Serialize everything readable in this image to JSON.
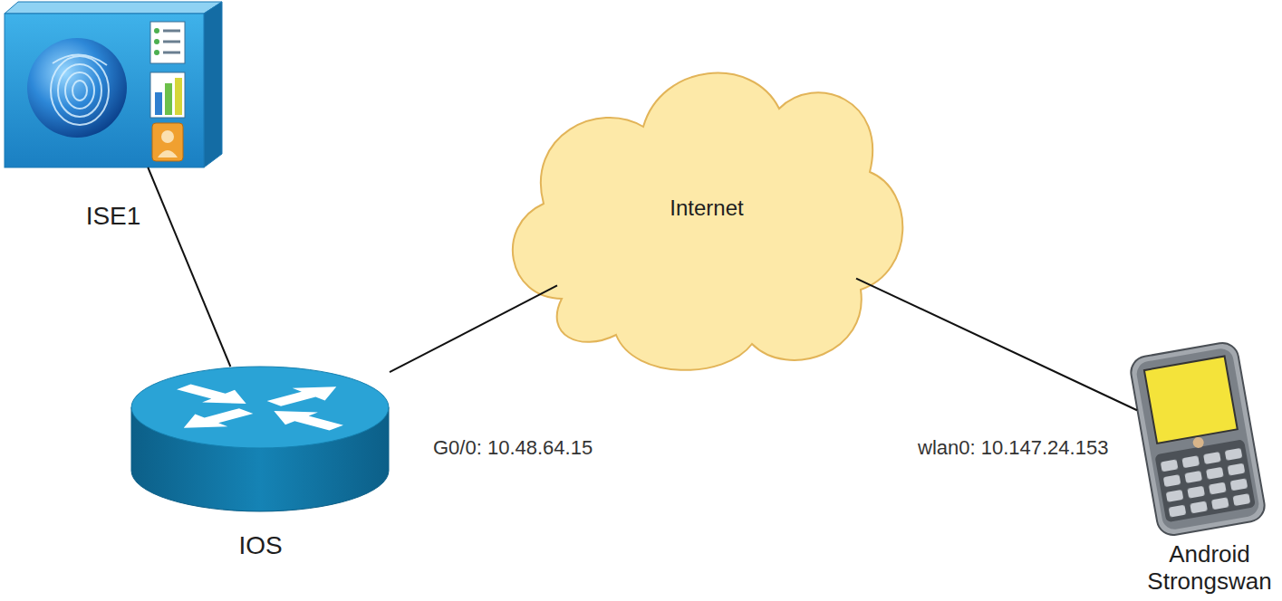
{
  "diagram": {
    "nodes": [
      {
        "text": [
          "ISE1"
        ]
      },
      {
        "text": [
          "Internet"
        ]
      },
      {
        "text": [
          "IOS"
        ]
      },
      {
        "text": [
          "Android Strongswan"
        ]
      }
    ],
    "edges": [
      {
        "from": 0,
        "to": 2,
        "arrow": "none"
      },
      {
        "from": 2,
        "to": 1,
        "arrow": "none"
      },
      {
        "from": 1,
        "to": 3,
        "arrow": "none"
      }
    ],
    "labels": [
      "G0/0: 10.48.64.15",
      "wlan0: 10.147.24.153"
    ]
  }
}
